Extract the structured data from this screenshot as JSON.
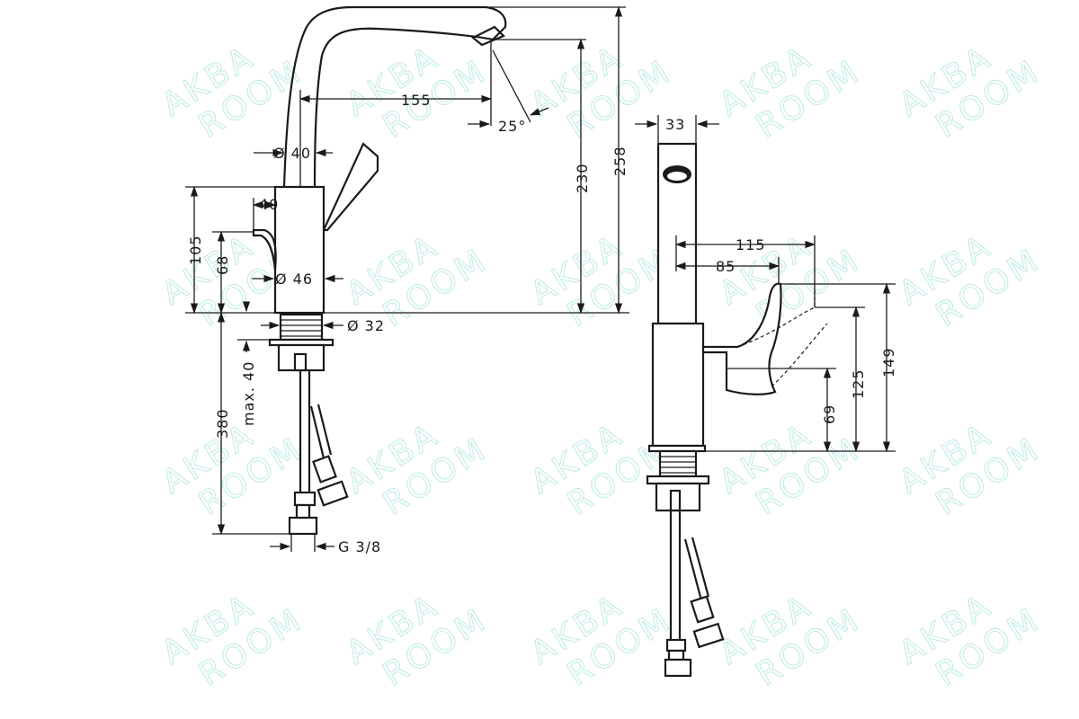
{
  "watermark": {
    "line1": "AKBA",
    "line2": "ROOM",
    "color": "#8fdcd2"
  },
  "side_view": {
    "spout_reach": "155",
    "spout_angle": "25°",
    "spout_diameter": "Ø 40",
    "lever_offset": "40",
    "body_diameter": "Ø 46",
    "shank_diameter": "Ø 32",
    "body_height": "105",
    "lever_height": "68",
    "outlet_height": "230",
    "total_height": "258",
    "max_thickness": "max. 40",
    "hose_length": "380",
    "connection": "G 3/8"
  },
  "front_view": {
    "spout_width": "33",
    "lever_reach_outer": "115",
    "lever_reach_inner": "85",
    "lever_height_low": "69",
    "lever_height_mid": "125",
    "lever_height_high": "149"
  }
}
